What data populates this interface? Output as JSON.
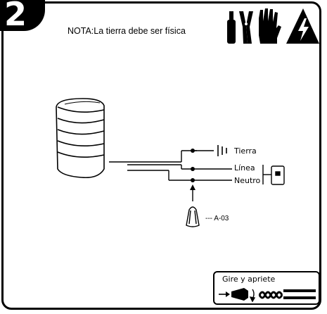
{
  "step": {
    "number": "2"
  },
  "note": {
    "text": "NOTA:La tierra debe ser física"
  },
  "header_icons": [
    "tools-icon",
    "gloves-icon",
    "high-voltage-warning-icon"
  ],
  "wiring": {
    "ground_label": "Tierra",
    "line_label": "Línea",
    "neutral_label": "Neutro",
    "connector_label": "--- A-03"
  },
  "twist_box": {
    "text": "Gire y apriete"
  }
}
